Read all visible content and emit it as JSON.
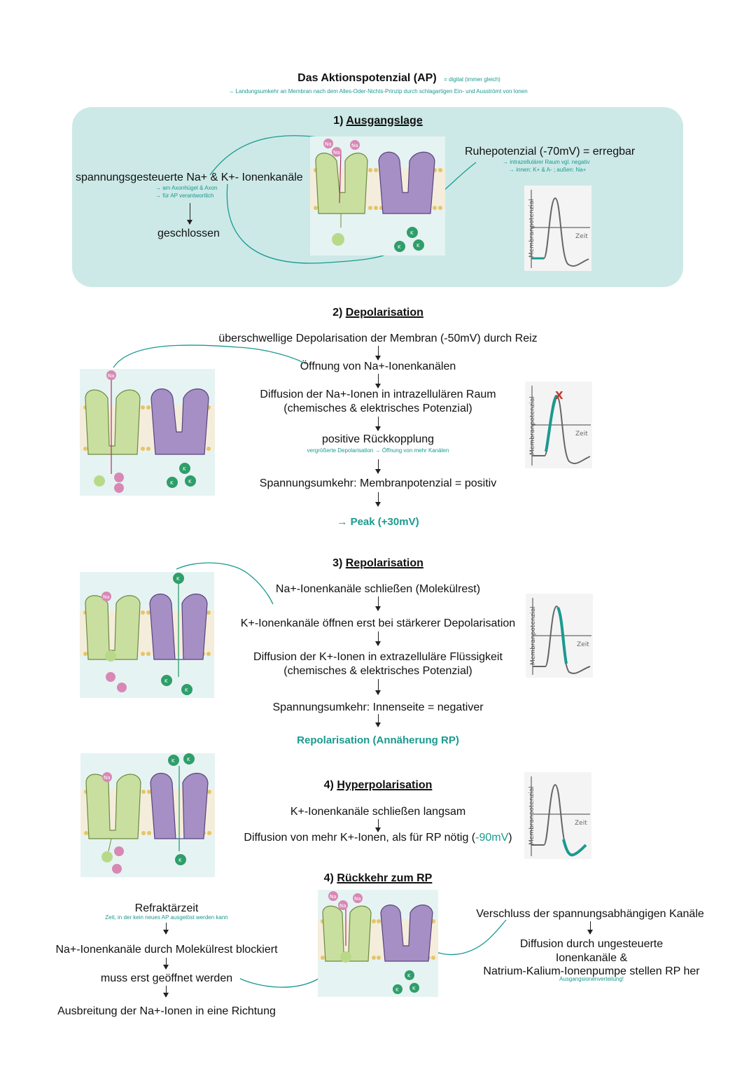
{
  "title": "Das Aktionspotenzial (AP)",
  "title_note": "= digital (immer gleich)",
  "subtitle": "→ Landungsumkehr an Membran nach dem Alles-Oder-Nichts-Prinzip durch schlagartigen Ein- und Ausströmt von Ionen",
  "graph_labels": {
    "y": "Membranpotenzial",
    "x": "Zeit"
  },
  "ion_labels": {
    "na": "Na",
    "k": "K"
  },
  "section1": {
    "number": "1)",
    "title": "Ausgangslage",
    "left_main": "spannungsgesteuerte Na+ & K+- Ionenkanäle",
    "left_note1": "→ am Axonhügel & Axon",
    "left_note2": "→ für AP verantwortlich",
    "left_result": "geschlossen",
    "right_main": "Ruhepotenzial (-70mV) = erregbar",
    "right_note1": "→ intrazellulärer Raum vgl. negativ",
    "right_note2": "→ innen: K+ & A- ; außen: Na+"
  },
  "section2": {
    "number": "2)",
    "title": "Depolarisation",
    "step1": "überschwellige Depolarisation der Membran (-50mV) durch Reiz",
    "step2": "Öffnung von Na+-Ionenkanälen",
    "step3a": "Diffusion der Na+-Ionen in intrazellulären Raum",
    "step3b": "(chemisches & elektrisches Potenzial)",
    "step4": "positive Rückkopplung",
    "step4_note": "vergrößerte Depolarisation → Öffnung von mehr Kanälen",
    "step5": "Spannungsumkehr: Membranpotenzial = positiv",
    "result": "→ Peak (+30mV)",
    "marker": "X"
  },
  "section3": {
    "number": "3)",
    "title": "Repolarisation",
    "step1": "Na+-Ionenkanäle schließen (Molekülrest)",
    "step2": "K+-Ionenkanäle öffnen erst bei stärkerer Depolarisation",
    "step3a": "Diffusion der K+-Ionen in extrazelluläre Flüssigkeit",
    "step3b": "(chemisches & elektrisches Potenzial)",
    "step4": "Spannungsumkehr: Innenseite = negativer",
    "result": "Repolarisation (Annäherung RP)"
  },
  "section4": {
    "number": "4)",
    "title": "Hyperpolarisation",
    "step1": "K+-Ionenkanäle schließen langsam",
    "step2": "Diffusion von mehr K+-Ionen, als für RP nötig (",
    "step2_value": "-90mV",
    "step2_end": ")"
  },
  "section5": {
    "number": "4)",
    "title": "Rückkehr zum RP",
    "left_title": "Refraktärzeit",
    "left_note": "Zeit, in der kein neues AP ausgelöst werden kann",
    "left_step1": "Na+-Ionenkanäle durch Molekülrest blockiert",
    "left_step2": "muss erst geöffnet werden",
    "left_step3": "Ausbreitung der Na+-Ionen in eine Richtung",
    "right_step1": "Verschluss der spannungsabhängigen Kanäle",
    "right_step2a": "Diffusion durch ungesteuerte",
    "right_step2b": "Ionenkanäle &",
    "right_step2c": "Natrium-Kalium-Ionenpumpe stellen RP her",
    "right_note": "Ausgangsionenverteilung!"
  },
  "colors": {
    "teal": "#1a9a90",
    "panel": "#cce9e7",
    "na_channel": "#c9dfa0",
    "k_channel": "#a58fc4",
    "k_ion": "#2e9e6a",
    "na_ion": "#d888b4",
    "marker": "#c0392b"
  }
}
